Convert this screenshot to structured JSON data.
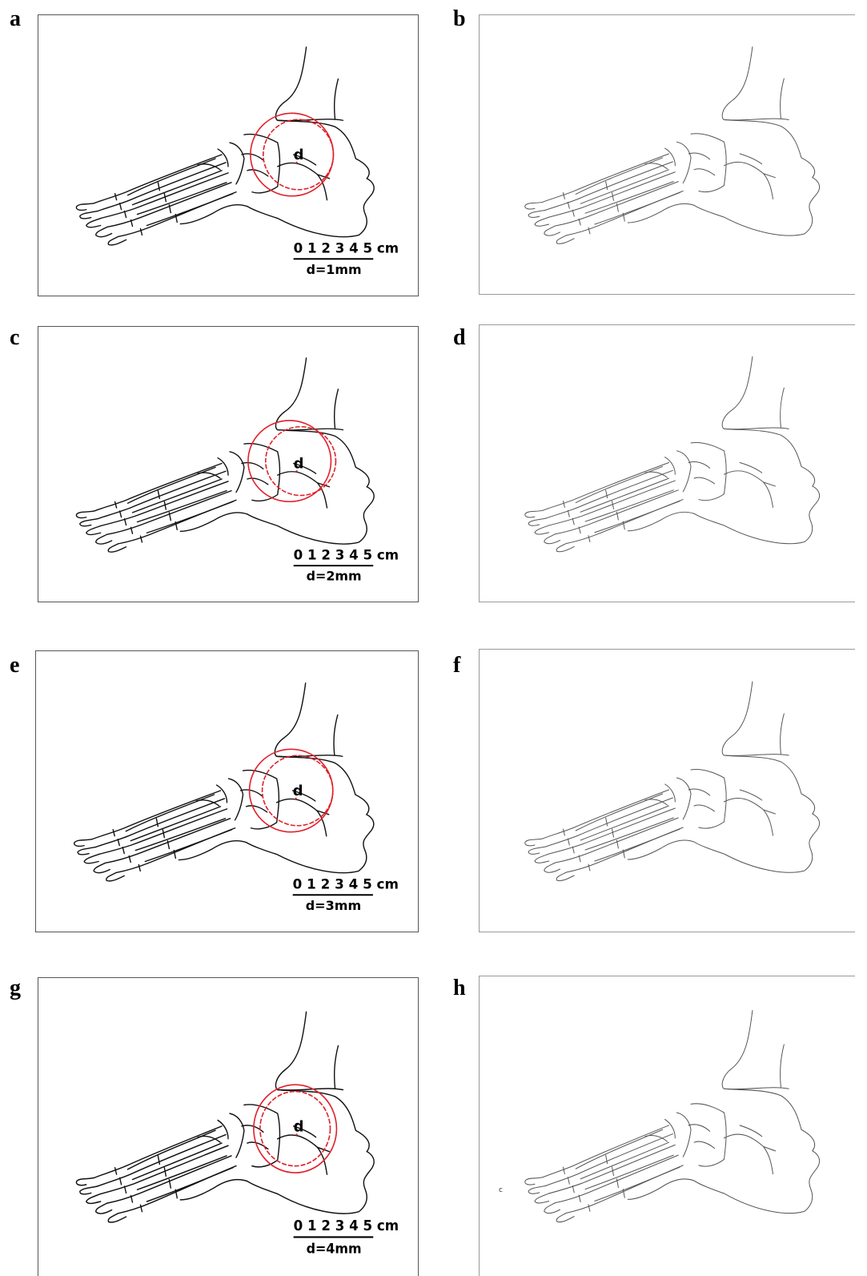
{
  "panels": [
    {
      "label": "a",
      "scale_text": "0 1 2 3 4 5 cm",
      "d_text": "d=1mm",
      "center_label": "d"
    },
    {
      "label": "b"
    },
    {
      "label": "c",
      "scale_text": "0 1 2 3 4 5 cm",
      "d_text": "d=2mm",
      "center_label": "d"
    },
    {
      "label": "d"
    },
    {
      "label": "e",
      "scale_text": "0 1 2 3 4 5 cm",
      "d_text": "d=3mm",
      "center_label": "d"
    },
    {
      "label": "f"
    },
    {
      "label": "g",
      "scale_text": "0 1 2 3 4 5 cm",
      "d_text": "d=4mm",
      "center_label": "d"
    },
    {
      "label": "h",
      "stray_mark": "c"
    }
  ],
  "colors": {
    "circle": "#e0202a",
    "bone_left": "#111111",
    "bone_right": "#555555"
  }
}
